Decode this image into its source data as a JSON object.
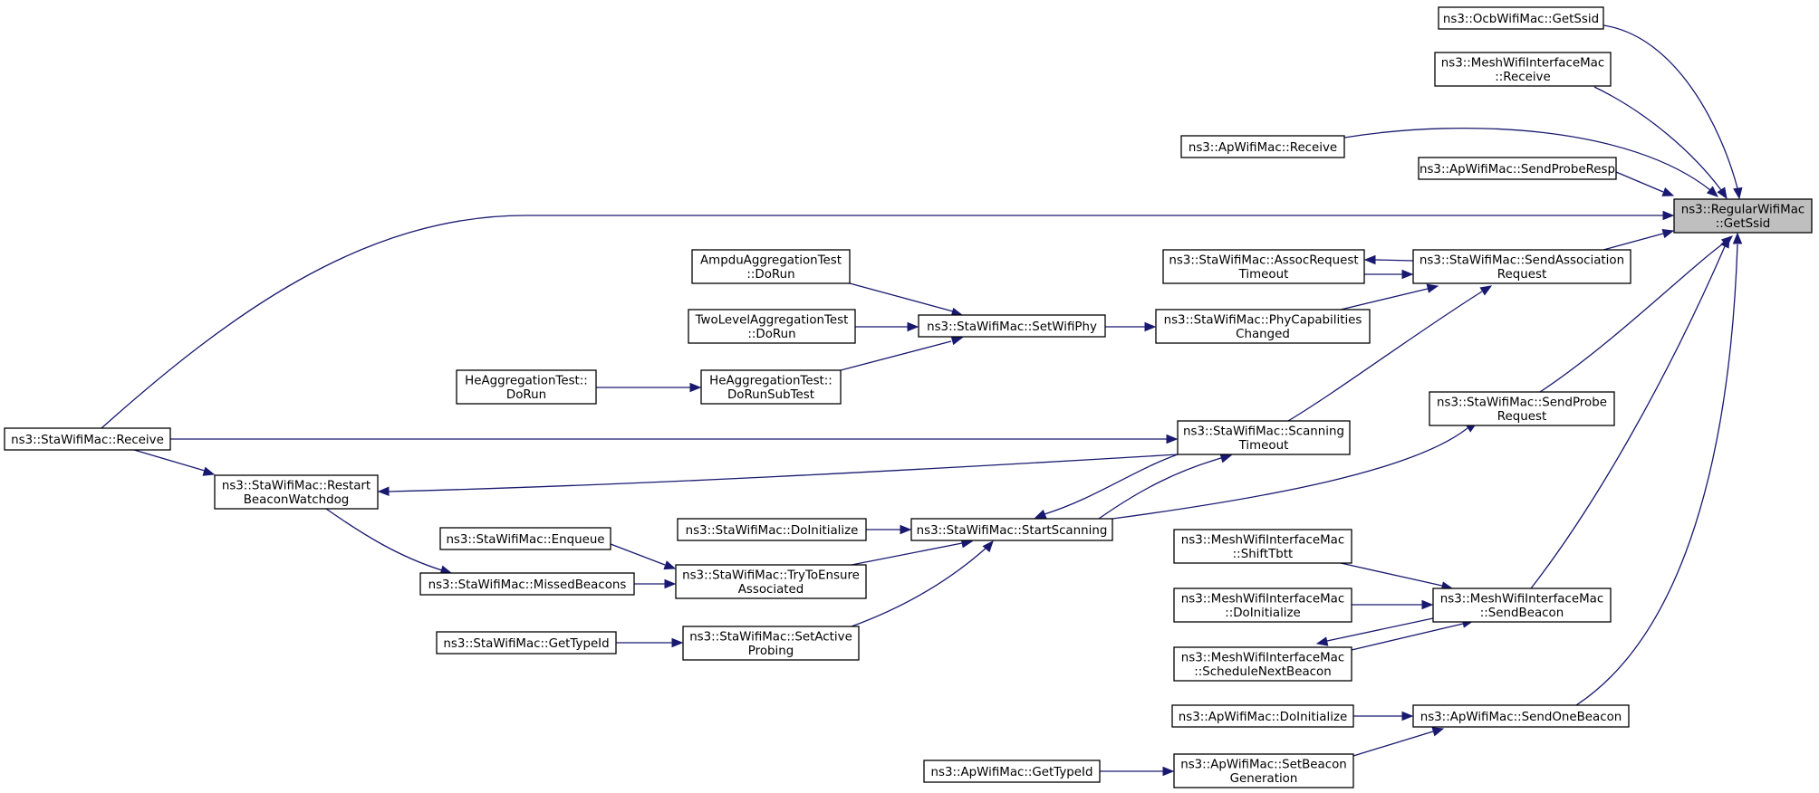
{
  "colors": {
    "edge": "#191970",
    "root_fill": "#bfbfbf",
    "node_fill": "#ffffff"
  },
  "nodes": {
    "root": {
      "lines": [
        "ns3::RegularWifiMac",
        "::GetSsid"
      ]
    },
    "ocb_getssid": {
      "lines": [
        "ns3::OcbWifiMac::GetSsid"
      ]
    },
    "mesh_receive": {
      "lines": [
        "ns3::MeshWifiInterfaceMac",
        "::Receive"
      ]
    },
    "ap_receive": {
      "lines": [
        "ns3::ApWifiMac::Receive"
      ]
    },
    "ap_sendproberesp": {
      "lines": [
        "ns3::ApWifiMac::SendProbeResp"
      ]
    },
    "sta_receive": {
      "lines": [
        "ns3::StaWifiMac::Receive"
      ]
    },
    "sta_assocreqtimeout": {
      "lines": [
        "ns3::StaWifiMac::AssocRequest",
        "Timeout"
      ]
    },
    "sta_sendassocreq": {
      "lines": [
        "ns3::StaWifiMac::SendAssociation",
        "Request"
      ]
    },
    "ampdu_dorun": {
      "lines": [
        "AmpduAggregationTest",
        "::DoRun"
      ]
    },
    "twolevel_dorun": {
      "lines": [
        "TwoLevelAggregationTest",
        "::DoRun"
      ]
    },
    "sta_setwifiphy": {
      "lines": [
        "ns3::StaWifiMac::SetWifiPhy"
      ]
    },
    "sta_phycapchanged": {
      "lines": [
        "ns3::StaWifiMac::PhyCapabilities",
        "Changed"
      ]
    },
    "he_dorun": {
      "lines": [
        "HeAggregationTest::",
        "DoRun"
      ]
    },
    "he_dorunsubtest": {
      "lines": [
        "HeAggregationTest::",
        "DoRunSubTest"
      ]
    },
    "sta_sendprobereq": {
      "lines": [
        "ns3::StaWifiMac::SendProbe",
        "Request"
      ]
    },
    "sta_scanningtimeout": {
      "lines": [
        "ns3::StaWifiMac::Scanning",
        "Timeout"
      ]
    },
    "sta_restartbeacon": {
      "lines": [
        "ns3::StaWifiMac::Restart",
        "BeaconWatchdog"
      ]
    },
    "sta_enqueue": {
      "lines": [
        "ns3::StaWifiMac::Enqueue"
      ]
    },
    "sta_doinitialize": {
      "lines": [
        "ns3::StaWifiMac::DoInitialize"
      ]
    },
    "sta_startscanning": {
      "lines": [
        "ns3::StaWifiMac::StartScanning"
      ]
    },
    "sta_missedbeacons": {
      "lines": [
        "ns3::StaWifiMac::MissedBeacons"
      ]
    },
    "sta_trytoensure": {
      "lines": [
        "ns3::StaWifiMac::TryToEnsure",
        "Associated"
      ]
    },
    "mesh_shifttbtt": {
      "lines": [
        "ns3::MeshWifiInterfaceMac",
        "::ShiftTbtt"
      ]
    },
    "mesh_doinitialize": {
      "lines": [
        "ns3::MeshWifiInterfaceMac",
        "::DoInitialize"
      ]
    },
    "mesh_sendbeacon": {
      "lines": [
        "ns3::MeshWifiInterfaceMac",
        "::SendBeacon"
      ]
    },
    "mesh_schedulenextbeacon": {
      "lines": [
        "ns3::MeshWifiInterfaceMac",
        "::ScheduleNextBeacon"
      ]
    },
    "sta_gettypeid": {
      "lines": [
        "ns3::StaWifiMac::GetTypeId"
      ]
    },
    "sta_setactiveprobing": {
      "lines": [
        "ns3::StaWifiMac::SetActive",
        "Probing"
      ]
    },
    "ap_doinitialize": {
      "lines": [
        "ns3::ApWifiMac::DoInitialize"
      ]
    },
    "ap_sendonebeacon": {
      "lines": [
        "ns3::ApWifiMac::SendOneBeacon"
      ]
    },
    "ap_gettypeid": {
      "lines": [
        "ns3::ApWifiMac::GetTypeId"
      ]
    },
    "ap_setbeacongen": {
      "lines": [
        "ns3::ApWifiMac::SetBeacon",
        "Generation"
      ]
    }
  }
}
